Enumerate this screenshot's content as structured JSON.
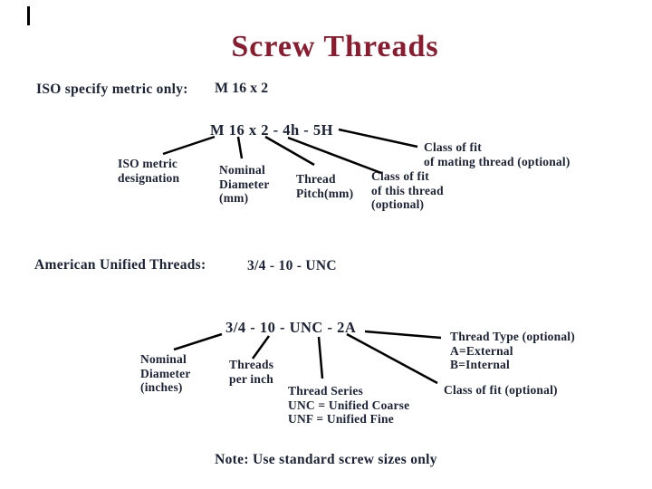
{
  "slide": {
    "title": "Screw Threads",
    "note": "Note: Use standard screw sizes only",
    "colors": {
      "title": "#8b1b2e",
      "body_text": "#1b2236",
      "line": "#000000",
      "background": "#ffffff"
    }
  },
  "iso": {
    "section_label": "ISO specify metric only:",
    "example": "M 16 x 2",
    "designation": "M 16 x 2 - 4h - 5H",
    "annotations": {
      "metric_designation": "ISO metric\ndesignation",
      "nominal_diameter": "Nominal\nDiameter\n(mm)",
      "thread_pitch": "Thread\nPitch(mm)",
      "class_of_fit_this": "Class of fit\nof this thread\n(optional)",
      "class_of_fit_mating": "Class of fit\nof mating thread (optional)"
    }
  },
  "unified": {
    "section_label": "American Unified Threads:",
    "example": "3/4 - 10 - UNC",
    "designation": "3/4 - 10 - UNC - 2A",
    "annotations": {
      "nominal_diameter": "Nominal\nDiameter\n(inches)",
      "threads_per_inch": "Threads\nper inch",
      "thread_series": "Thread Series\nUNC = Unified Coarse\nUNF = Unified Fine",
      "thread_type": "Thread Type (optional)\nA=External\nB=Internal",
      "class_of_fit": "Class of fit  (optional)"
    }
  }
}
